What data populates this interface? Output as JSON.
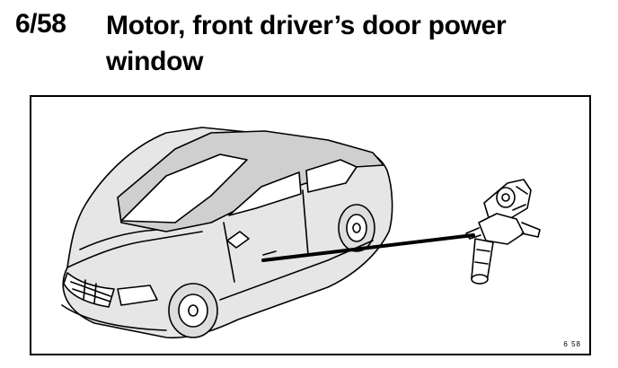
{
  "header": {
    "ref_number": "6/58",
    "title": "Motor, front driver’s door power window"
  },
  "figure": {
    "code": "6 58"
  }
}
